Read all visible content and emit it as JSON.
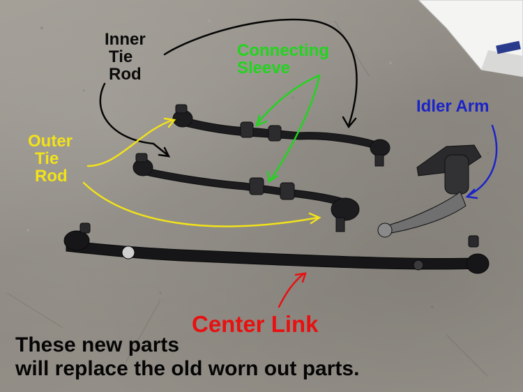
{
  "photo": {
    "subject": "steering linkage parts laid on concrete",
    "colors": {
      "ground": "#9a968e",
      "parts": "#1c1c1e",
      "box": "#f4f4f2"
    }
  },
  "labels": {
    "inner_tie_rod": {
      "lines": [
        "Inner",
        "Tie",
        "Rod"
      ],
      "color": "#0a0a0a"
    },
    "connecting_sleeve": {
      "lines": [
        "Connecting",
        "Sleeve"
      ],
      "color": "#22d41e"
    },
    "idler_arm": {
      "text": "Idler Arm",
      "color": "#1b22c8"
    },
    "outer_tie_rod": {
      "lines": [
        "Outer",
        "Tie",
        "Rod"
      ],
      "color": "#f2e21a"
    },
    "center_link": {
      "text": "Center Link",
      "color": "#e81010"
    }
  },
  "caption": {
    "lines": [
      "These new parts",
      "will replace the old worn out parts."
    ]
  }
}
